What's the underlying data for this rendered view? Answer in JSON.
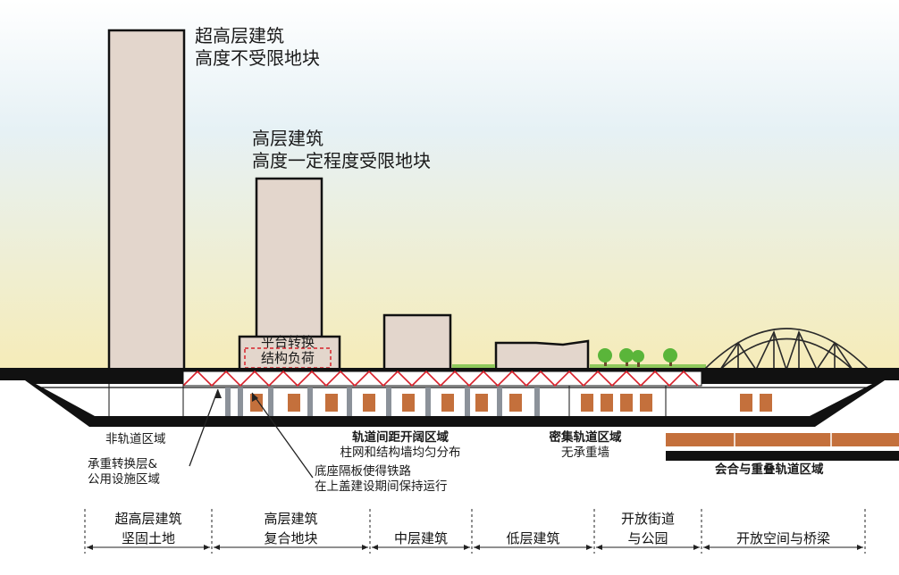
{
  "annotations": {
    "supertall": {
      "line1": "超高层建筑",
      "line2": "高度不受限地块"
    },
    "highrise": {
      "line1": "高层建筑",
      "line2": "高度一定程度受限地块"
    },
    "podium": {
      "line1": "平台转换",
      "line2": "结构负荷"
    },
    "non_track": "非轨道区域",
    "transfer": {
      "line1": "承重转换层&",
      "line2": "公用设施区域"
    },
    "wide_span": {
      "line1": "轨道间距开阔区域",
      "line2": "柱网和结构墙均匀分布"
    },
    "dense_track": {
      "line1": "密集轨道区域",
      "line2": "无承重墙"
    },
    "base_slab": {
      "line1": "底座隔板使得铁路",
      "line2": "在上盖建设期间保持运行"
    },
    "merge_track": "会合与重叠轨道区域"
  },
  "zones": [
    {
      "line1": "超高层建筑",
      "line2": "坚固土地"
    },
    {
      "line1": "高层建筑",
      "line2": "复合地块"
    },
    {
      "line1": "中层建筑",
      "line2": ""
    },
    {
      "line1": "低层建筑",
      "line2": ""
    },
    {
      "line1": "开放街道",
      "line2": "与公园"
    },
    {
      "line1": "开放空间与桥梁",
      "line2": ""
    }
  ],
  "colors": {
    "sky_top": "#ffffff",
    "sky_bottom": "#f6ecb8",
    "building_fill": "#e3d6cc",
    "truss_red": "#d8202a",
    "train_brown": "#c4703c",
    "column_gray": "#8c929a",
    "tree_green": "#5ab53a",
    "grass_green": "#8fc95c"
  }
}
